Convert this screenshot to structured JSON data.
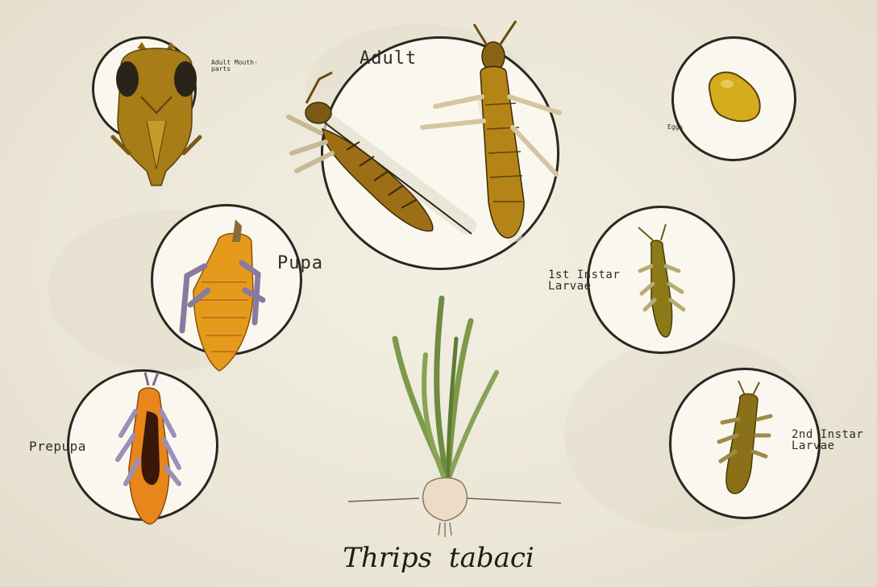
{
  "title": "Thrips  tabaci",
  "stages": {
    "adult": "Adult",
    "mouthparts": "Adult Mouth-\nparts",
    "eggs": "Eggs",
    "pupa": "Pupa",
    "prepupa": "Prepupa",
    "instar1": "1st Instar\nLarvae",
    "instar2": "2nd Instar\nLarvae"
  },
  "colors": {
    "circle_border": "#2a2722",
    "circle_fill": "#faf8ee",
    "adult_body": "#b07f1a",
    "pupa_body": "#e69a1c",
    "prepupa_body": "#e8861c",
    "larva_body": "#8c7a18",
    "egg": "#d4ac1e",
    "leaf": "#7c9a4a",
    "bulb": "#ecdcc6"
  }
}
